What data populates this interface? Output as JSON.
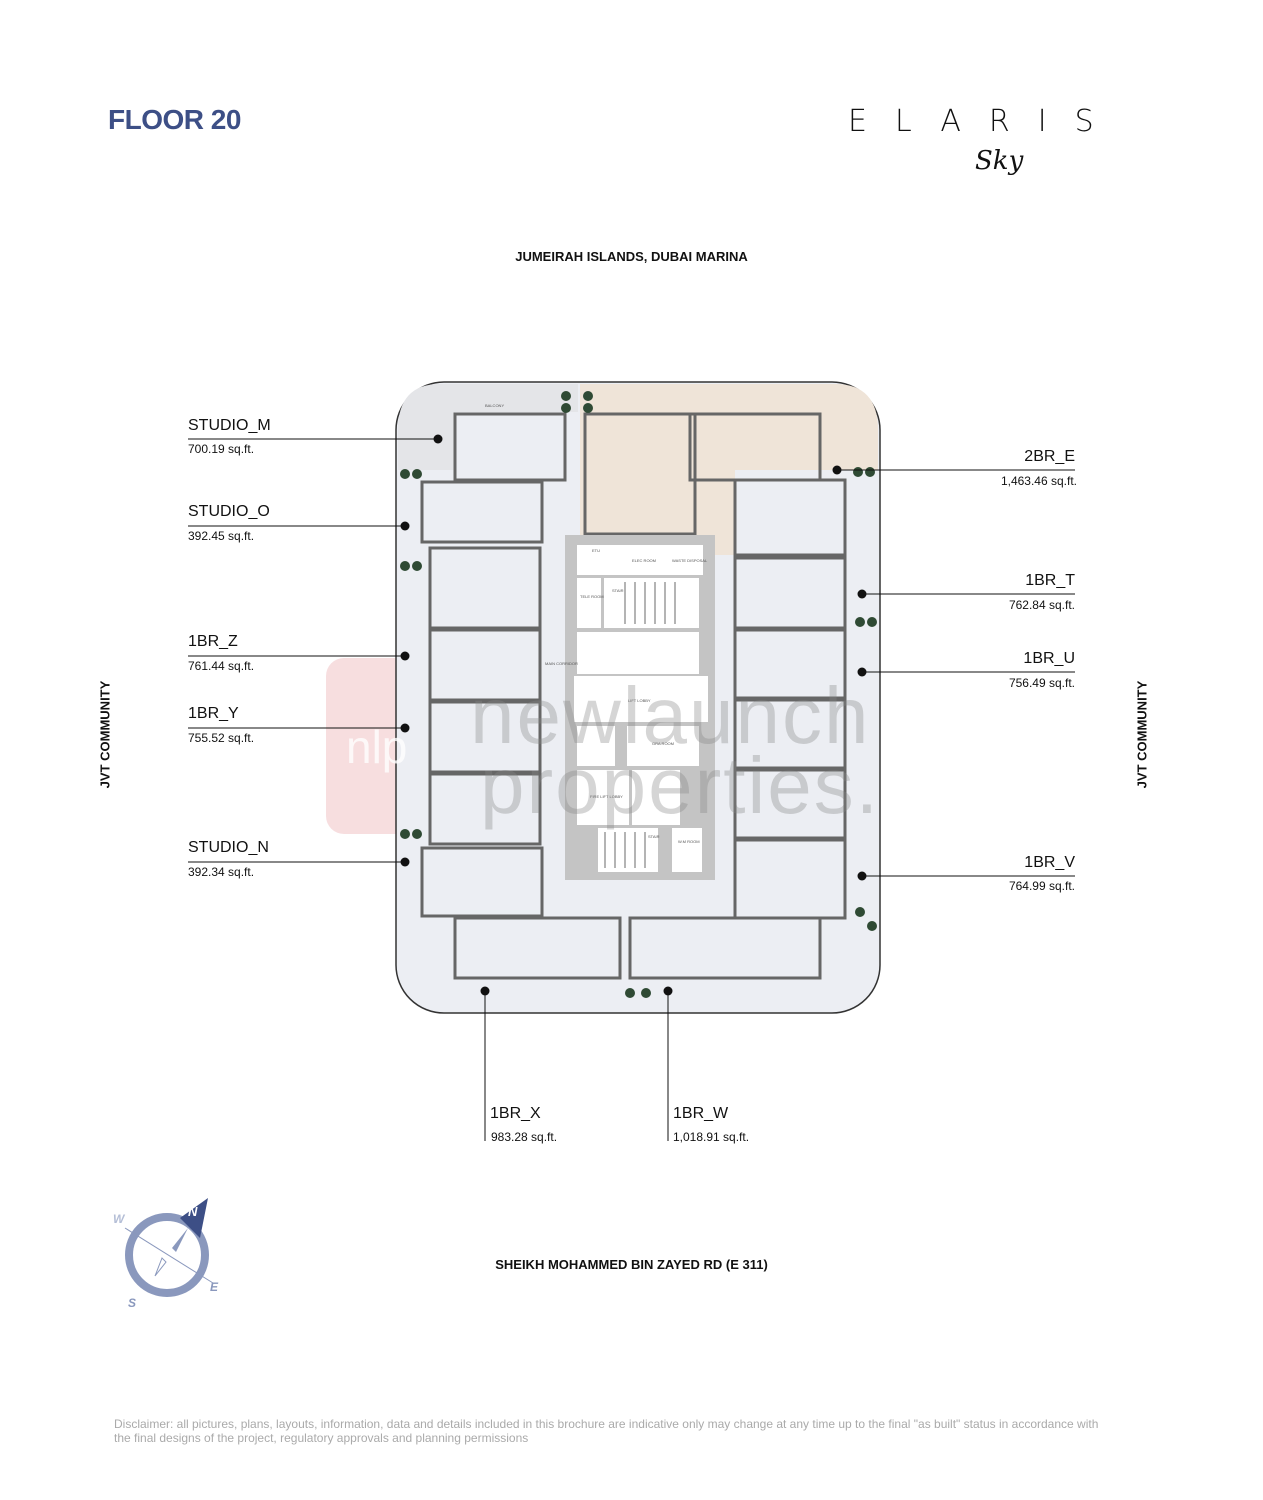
{
  "header": {
    "floor_title": "FLOOR 20",
    "logo_text": "ELARIS",
    "logo_sub": "Sky"
  },
  "orientation": {
    "top": "JUMEIRAH ISLANDS, DUBAI MARINA",
    "bottom": "SHEIKH MOHAMMED BIN ZAYED RD (E 311)",
    "left": "JVT COMMUNITY",
    "right": "JVT COMMUNITY"
  },
  "units": {
    "studio_m": {
      "name": "STUDIO_M",
      "area": "700.19 sq.ft."
    },
    "studio_o": {
      "name": "STUDIO_O",
      "area": "392.45 sq.ft."
    },
    "br1_z": {
      "name": "1BR_Z",
      "area": "761.44 sq.ft."
    },
    "br1_y": {
      "name": "1BR_Y",
      "area": "755.52 sq.ft."
    },
    "studio_n": {
      "name": "STUDIO_N",
      "area": "392.34 sq.ft."
    },
    "br2_e": {
      "name": "2BR_E",
      "area": "1,463.46 sq.ft."
    },
    "br1_t": {
      "name": "1BR_T",
      "area": "762.84 sq.ft."
    },
    "br1_u": {
      "name": "1BR_U",
      "area": "756.49 sq.ft."
    },
    "br1_v": {
      "name": "1BR_V",
      "area": "764.99 sq.ft."
    },
    "br1_x": {
      "name": "1BR_X",
      "area": "983.28 sq.ft."
    },
    "br1_w": {
      "name": "1BR_W",
      "area": "1,018.91 sq.ft."
    }
  },
  "core_rooms": {
    "stair": "STAIR",
    "elec": "ELEC ROOM",
    "waste": "WASTE DISPOSAL",
    "tele": "TELE ROOM",
    "lift_lobby": "LIFT LOBBY",
    "gra": "GRA ROOM",
    "fire_lift": "FIRE LIFT LOBBY",
    "wm": "W.M ROOM",
    "corridor": "MAIN CORRIDOR",
    "balcony": "BALCONY",
    "etu": "ETU"
  },
  "compass": {
    "n": "N",
    "e": "E",
    "s": "S",
    "w": "W"
  },
  "watermark": {
    "mark": "nlp",
    "text1": "newlaunch",
    "text2": "properties."
  },
  "disclaimer": "Disclaimer: all pictures, plans, layouts, information, data and details included in this brochure are indicative only may change at any time up to the final \"as built\" status in accordance with the final designs of the project, regulatory approvals and planning permissions",
  "colors": {
    "title": "#3d4f86",
    "beige": "#efe4d8",
    "plan_bg": "#eceef3",
    "core": "#c4c4c4"
  }
}
